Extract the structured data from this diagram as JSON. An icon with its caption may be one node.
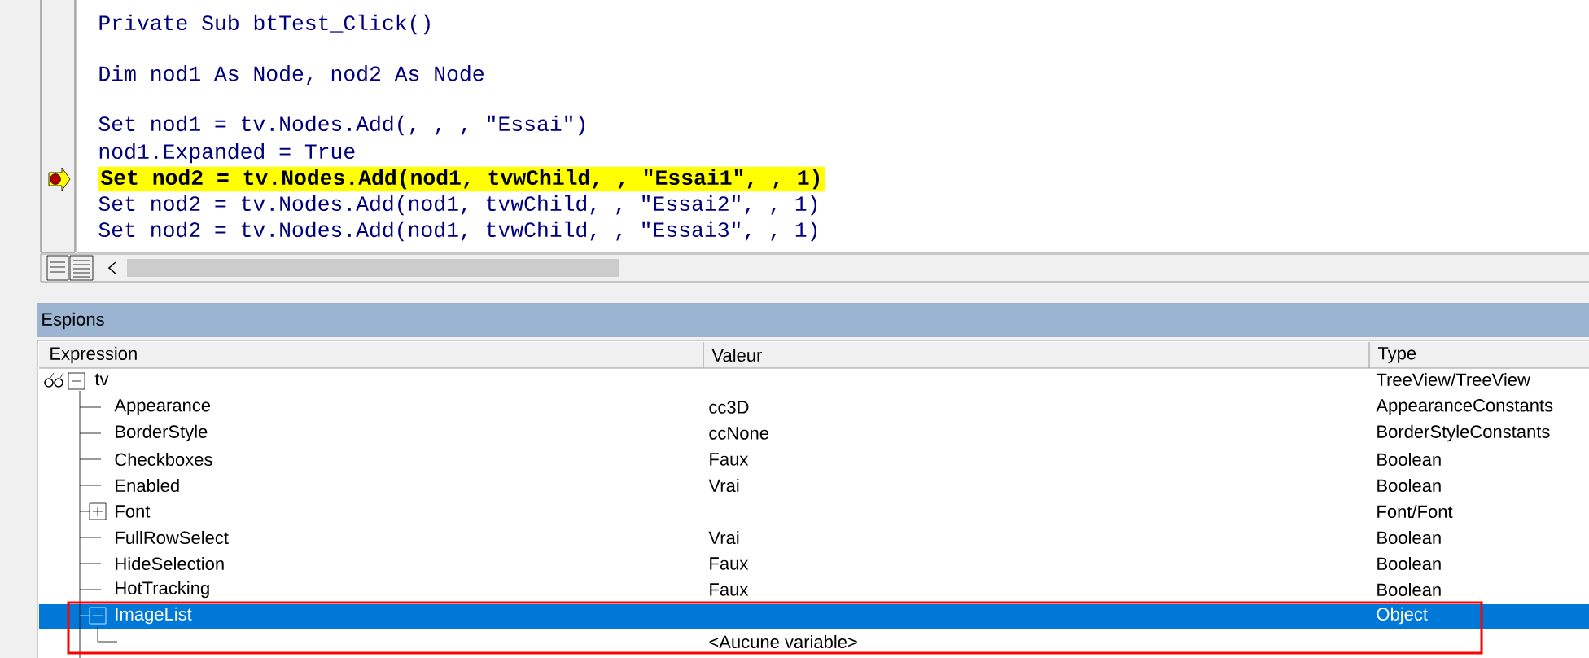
{
  "diagram": {
    "labels": [
      "Private Sub btTest_Click()",
      "Dim nod1 As Node, nod2 As Node",
      "Set nod1 = tv.Nodes.Add(, , , \"Essai\")",
      "nod1.Expanded = True",
      "Set nod2 = tv.Nodes.Add(nod1, tvwChild, , \"Essai1\", , 1)",
      "Set nod2 = tv.Nodes.Add(nod1, tvwChild, , \"Essai2\", , 1)",
      "Set nod2 = tv.Nodes.Add(nod1, tvwChild, , \"Essai3\", , 1)",
      "Espions",
      "Expression",
      "Valeur",
      "Type",
      "tv",
      "TreeView/TreeView",
      "Appearance",
      "cc3D",
      "AppearanceConstants",
      "BorderStyle",
      "ccNone",
      "BorderStyleConstants",
      "Checkboxes",
      "Faux",
      "Boolean",
      "Enabled",
      "Vrai",
      "Boolean",
      "Font",
      "Font/Font",
      "FullRowSelect",
      "Vrai",
      "Boolean",
      "HideSelection",
      "Faux",
      "Boolean",
      "HotTracking",
      "Faux",
      "Boolean",
      "ImageList",
      "Object",
      "<Aucune variable>"
    ]
  }
}
